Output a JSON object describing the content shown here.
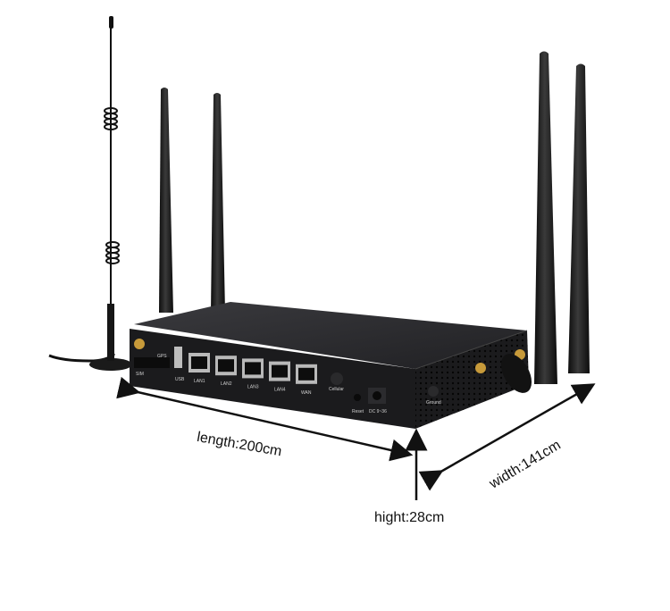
{
  "dimensions": {
    "length": "length:200cm",
    "width": "width:141cm",
    "height": "hight:28cm"
  },
  "port_labels": [
    "LAN1",
    "LAN2",
    "LAN3",
    "LAN4",
    "WAN"
  ],
  "side_labels": {
    "usb": "USB",
    "sim": "SIM",
    "gps": "GPS",
    "cellular": "Cellular",
    "reset": "Reset",
    "dc": "DC 9~36",
    "ground": "Ground"
  },
  "colors": {
    "device_body": "#1b1b1d",
    "device_top": "#2a2a2d",
    "antenna": "#141414",
    "port_metal": "#b9b9b9",
    "brass_connector": "#c79a3a",
    "arrow": "#111111"
  }
}
